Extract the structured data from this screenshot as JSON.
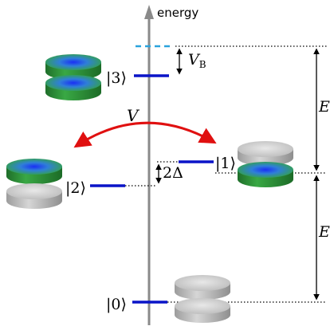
{
  "diagram": {
    "axis_label": "energy",
    "states": {
      "s0": "|0⟩",
      "s1": "|1⟩",
      "s2": "|2⟩",
      "s3": "|3⟩"
    },
    "coupling_label": "V",
    "splitting_label": "2Δ",
    "barrier_label_main": "V",
    "barrier_label_sub": "B",
    "gap_upper_label": "E",
    "gap_lower_label": "E"
  },
  "colors": {
    "axis": "#8a8a8a",
    "level": "#0a14c8",
    "barrier_level": "#2aa3dc",
    "coupling_arrow": "#e01010",
    "disk_green": "#2e9a3a",
    "disk_blue": "#1a3df0",
    "disk_gray": "#bdbdbd"
  }
}
